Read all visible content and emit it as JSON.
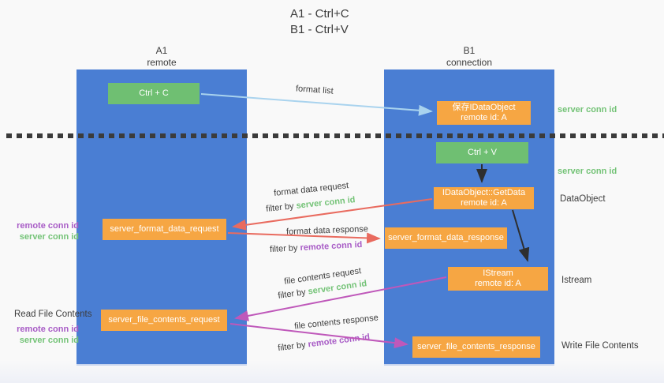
{
  "title": {
    "line1": "A1 - Ctrl+C",
    "line2": "B1 - Ctrl+V"
  },
  "lanes": {
    "left": {
      "name": "A1",
      "role": "remote"
    },
    "right": {
      "name": "B1",
      "role": "connection"
    }
  },
  "nodes": {
    "ctrl_c": "Ctrl + C",
    "ctrl_v": "Ctrl + V",
    "save_idataobject": {
      "line1": "保存IDataObject",
      "line2": "remote id: A"
    },
    "getdata": {
      "line1": "IDataObject::GetData",
      "line2": "remote id: A"
    },
    "istream": {
      "line1": "IStream",
      "line2": "remote id: A"
    },
    "server_format_data_request": "server_format_data_request",
    "server_format_data_response": "server_format_data_response",
    "server_file_contents_request": "server_file_contents_request",
    "server_file_contents_response": "server_file_contents_response"
  },
  "side_labels": {
    "server_conn_id_top": "server conn id",
    "server_conn_id_mid": "server conn id",
    "dataobject": "DataObject",
    "istream": "Istream",
    "write_file_contents": "Write File Contents",
    "read_file_contents": "Read File Contents",
    "remote_conn_id": "remote conn id",
    "server_conn_id": "server conn id"
  },
  "arrow_labels": {
    "format_list": "format list",
    "format_data_request": "format data request",
    "format_data_response": "format data response",
    "file_contents_request": "file contents request",
    "file_contents_response": "file contents response",
    "filter_prefix": "filter by",
    "server_conn_id": "server conn id",
    "remote_conn_id": "remote conn id"
  },
  "colors": {
    "lane_blue": "#4a7ed3",
    "node_green": "#6fbf72",
    "node_orange": "#f6a643",
    "text_green": "#74c377",
    "text_purple": "#a85cc6",
    "arrow_blue": "#a9d3ee",
    "arrow_red": "#e96b5f",
    "arrow_magenta": "#bf58ba",
    "arrow_black": "#2e2e2e"
  }
}
